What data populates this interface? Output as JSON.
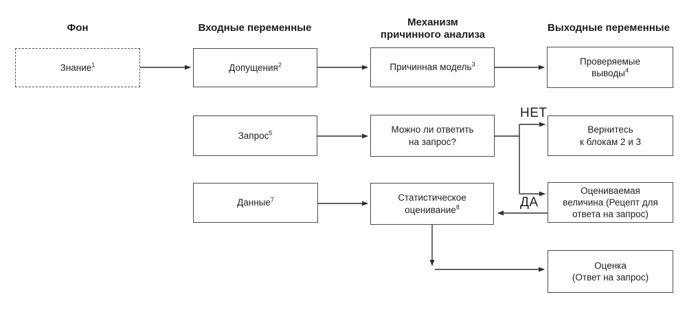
{
  "headers": {
    "background": "Фон",
    "input_variables": "Входные переменные",
    "causal_mechanism": "Механизм\nпричинного анализа",
    "output_variables": "Выходные переменные"
  },
  "boxes": {
    "knowledge": {
      "label": "Знание",
      "sup": "1"
    },
    "assumptions": {
      "label": "Допущения",
      "sup": "2"
    },
    "causal_model": {
      "label": "Причинная модель",
      "sup": "3"
    },
    "testable_implications": {
      "label": "Проверяемые\nвыводы",
      "sup": "4"
    },
    "query": {
      "label": "Запрос",
      "sup": "5"
    },
    "can_answer": {
      "label": "Можно ли ответить\nна запрос?"
    },
    "go_back": {
      "label": "Вернитесь\nк блокам 2 и 3"
    },
    "data": {
      "label": "Данные",
      "sup": "7"
    },
    "estimation": {
      "label": "Статистическое\nоценивание",
      "sup": "8"
    },
    "estimand": {
      "label": "Оцениваемая\nвеличина (Рецепт для\nответа на запрос)"
    },
    "estimate": {
      "label": "Оценка\n(Ответ на запрос)"
    }
  },
  "edge_labels": {
    "no": "НЕТ",
    "yes": "ДА"
  },
  "colors": {
    "line": "#2e2e2e",
    "border": "#4b4b4b",
    "text": "#1d1d1d",
    "background": "#ffffff"
  }
}
